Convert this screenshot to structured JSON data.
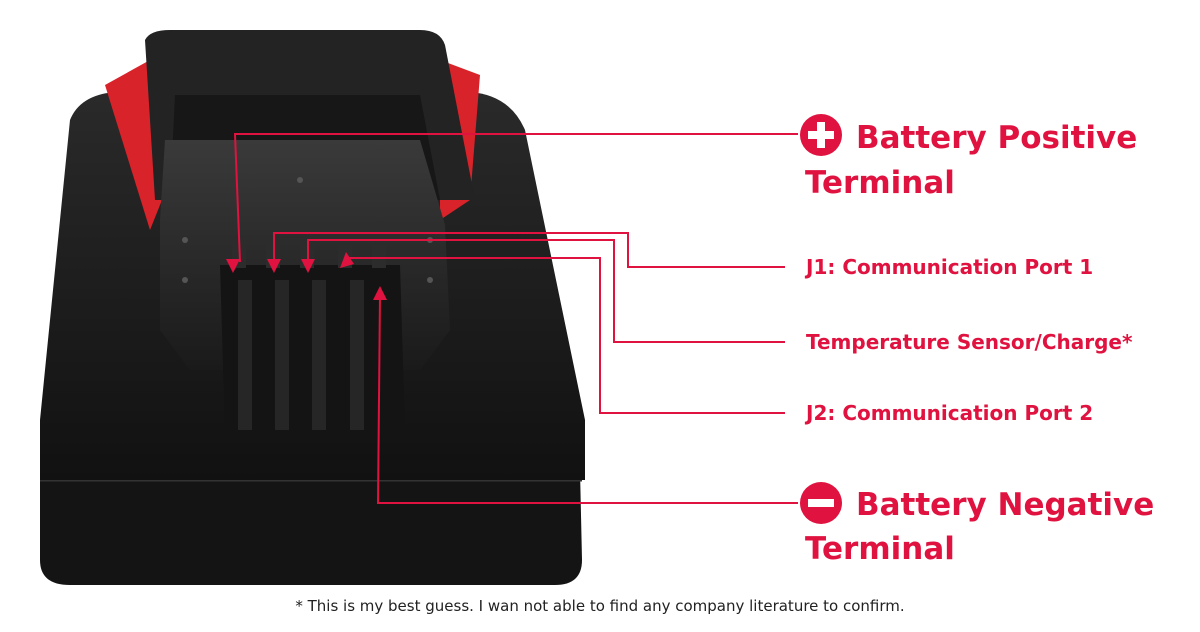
{
  "labels": {
    "positive": {
      "line1": "Battery Positive",
      "line2": "Terminal",
      "icon": "plus-circle-icon"
    },
    "j1": "J1: Communication Port 1",
    "temp": "Temperature Sensor/Charge*",
    "j2": "J2: Communication Port 2",
    "negative": {
      "line1": "Battery Negative",
      "line2": "Terminal",
      "icon": "minus-circle-icon"
    }
  },
  "footnote": "* This is my best guess. I wan not able to find any company literature to confirm.",
  "colors": {
    "accent": "#e0123f",
    "battery_body": "#1c1c1c",
    "battery_accent": "#d8232a"
  }
}
